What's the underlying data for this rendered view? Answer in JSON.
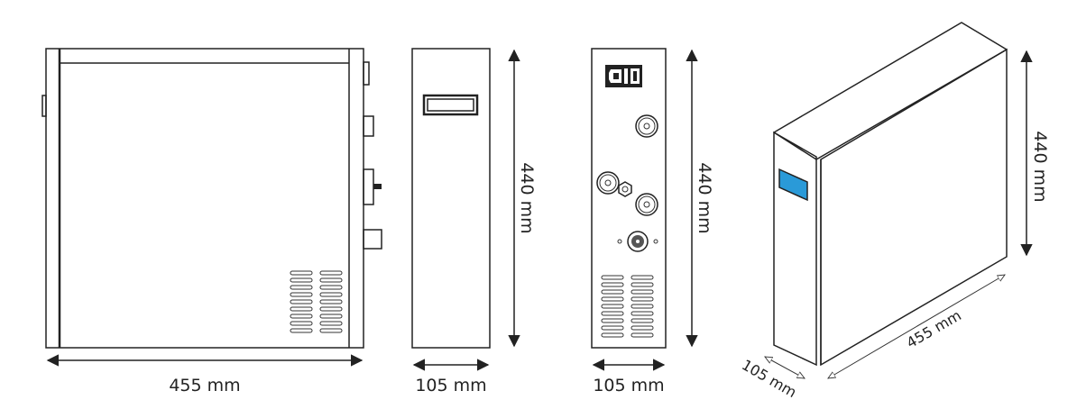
{
  "views": {
    "side": {
      "width_label": "455 mm"
    },
    "front": {
      "height_label": "440 mm",
      "width_label": "105 mm"
    },
    "back": {
      "height_label": "440 mm",
      "width_label": "105 mm"
    },
    "isometric": {
      "height_label": "440 mm",
      "depth_label": "455 mm",
      "width_label": "105 mm",
      "display_color": "#2a9ad8"
    }
  },
  "colors": {
    "line": "#222222",
    "display": "#2a9ad8"
  }
}
